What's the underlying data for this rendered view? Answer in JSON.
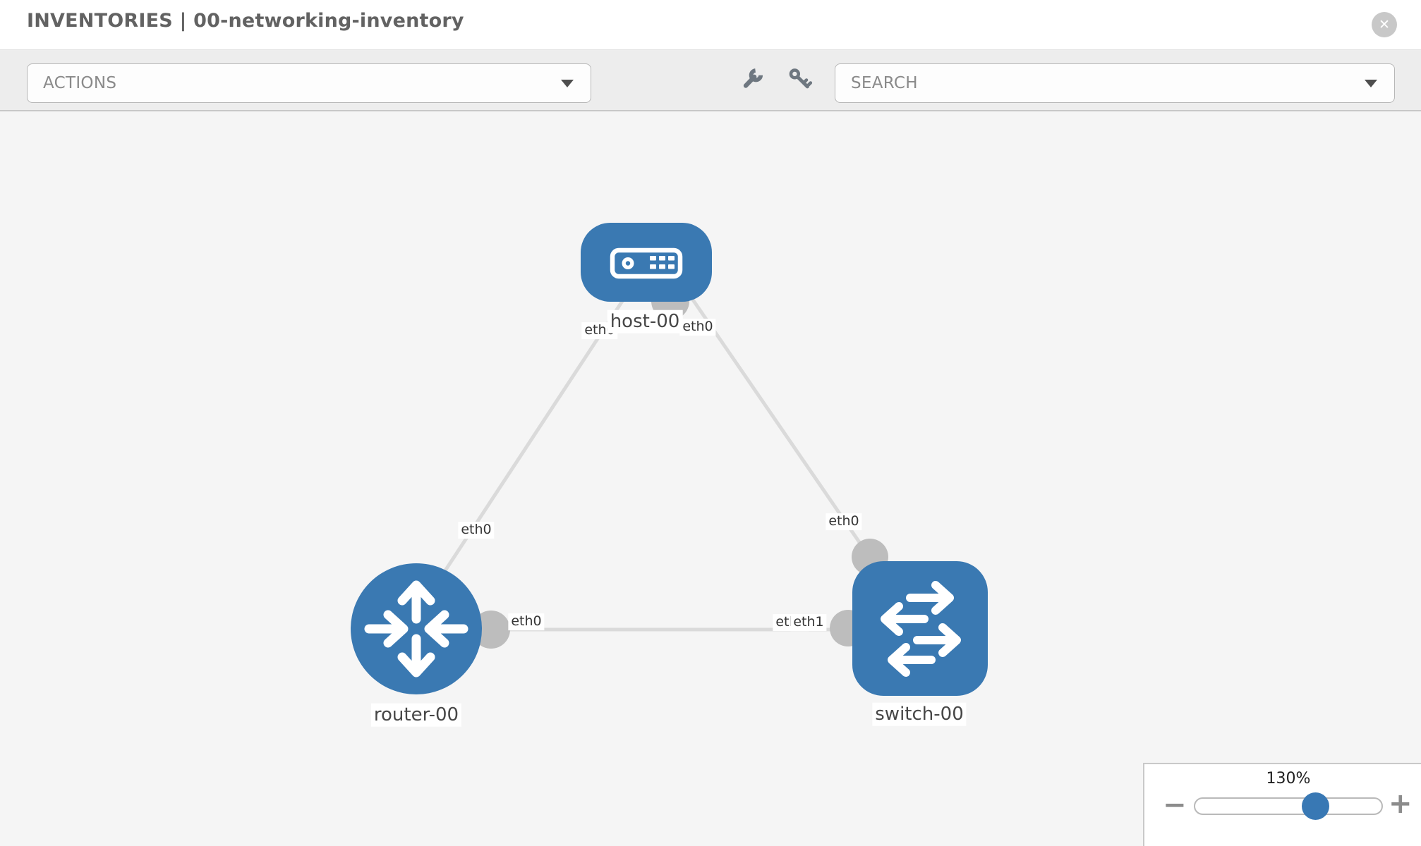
{
  "header": {
    "title": "INVENTORIES | 00-networking-inventory",
    "close_glyph": "✕"
  },
  "toolbar": {
    "actions": {
      "label": "ACTIONS"
    },
    "search": {
      "label": "SEARCH"
    },
    "icons": [
      {
        "name": "wrench-icon"
      },
      {
        "name": "key-icon"
      }
    ]
  },
  "topology": {
    "nodes": [
      {
        "id": "host-00",
        "type": "host",
        "label": "host-00",
        "shape": "rounded-rect"
      },
      {
        "id": "router-00",
        "type": "router",
        "label": "router-00",
        "shape": "circle"
      },
      {
        "id": "switch-00",
        "type": "switch",
        "label": "switch-00",
        "shape": "rounded-square"
      }
    ],
    "links": [
      {
        "from": "host-00",
        "to": "router-00",
        "from_interface": "eth0",
        "to_interface": "eth0"
      },
      {
        "from": "host-00",
        "to": "switch-00",
        "from_interface": "eth0",
        "to_interface": "eth0"
      },
      {
        "from": "router-00",
        "to": "switch-00",
        "from_interface": "eth0",
        "to_interface": "eth1"
      }
    ],
    "interfaces": {
      "host_to_router_host_side": "eth0",
      "host_to_router_router_side": "eth0",
      "host_to_switch_host_side": "eth0",
      "host_to_switch_switch_side": "eth0",
      "router_to_switch_router_side": "eth0",
      "router_to_switch_switch_side_under": "eth0",
      "router_to_switch_switch_side_top": "eth1"
    }
  },
  "zoom_control": {
    "level": "130%",
    "percent": 130,
    "minus_glyph": "−",
    "plus_glyph": "+"
  },
  "colors": {
    "node_blue": "#3a79b2",
    "link_gray": "#dadada",
    "connector_gray": "#bdbdbd",
    "toolbar_icon_gray": "#6e7780",
    "slider_thumb_blue": "#3878b4"
  }
}
